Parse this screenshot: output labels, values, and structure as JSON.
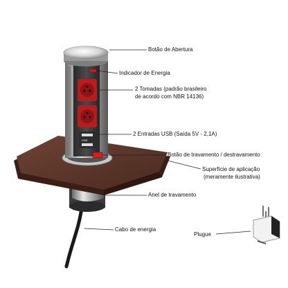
{
  "labels": {
    "opening_button": "Botão de Abertura",
    "power_indicator": "Indicador de Energia",
    "sockets_line1": "2 Tomadas (padrão brasileiro",
    "sockets_line2": "de acordo com NBR 14136)",
    "usb_ports": "2 Entradas USB (Saída 5V - 2,1A)",
    "lock_button": "Botão de travamento / destravamento",
    "surface_line1": "Superfície de aplicação",
    "surface_line2": "(meramente ilustrativa)",
    "lock_ring": "Anel de travamento",
    "power_cable": "Cabo de energia",
    "plug": "Plugue"
  },
  "usb_text": "USB",
  "colors": {
    "tabletop": "#5a3428",
    "tower_body": "#3a3a3a",
    "socket_red": "#b81c1c",
    "steel": "#b8b8b8",
    "text": "#111111"
  }
}
